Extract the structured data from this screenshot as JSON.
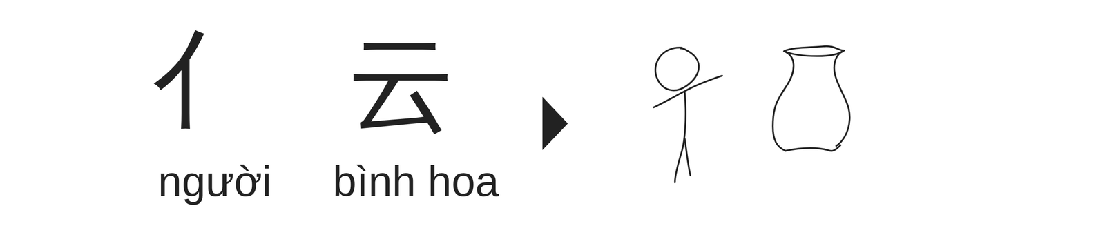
{
  "diagram": {
    "labels": [
      "亻",
      "云",
      "người",
      "bình hoa"
    ]
  }
}
